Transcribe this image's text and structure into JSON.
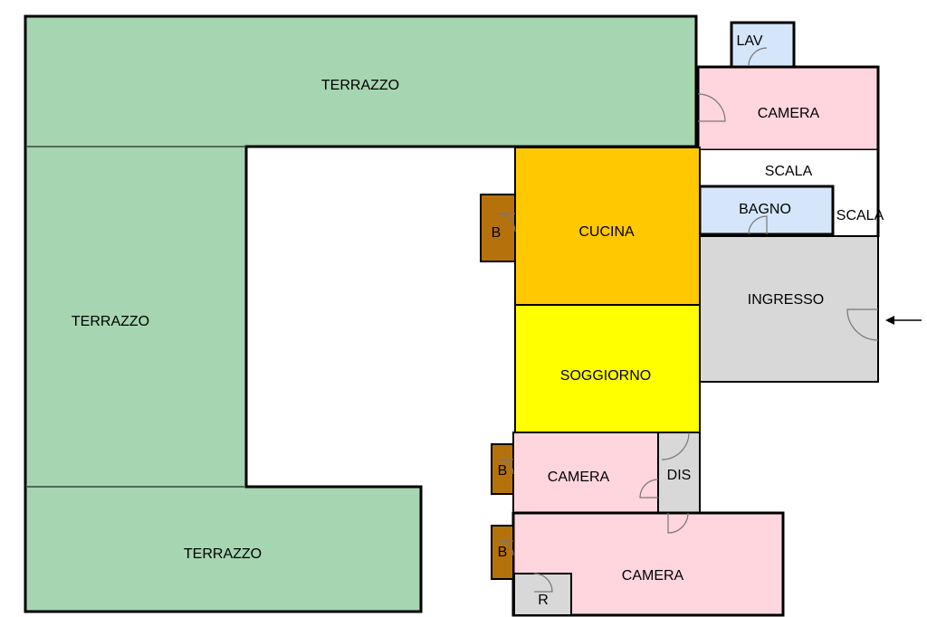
{
  "colors": {
    "terrace": "#a6d5b1",
    "bedroom": "#ffd5de",
    "bath": "#d5e6fb",
    "kitchen": "#ffc800",
    "living": "#ffff00",
    "hall": "#d8d8d8",
    "storage": "#b5720c",
    "wall": "#000000",
    "door": "#777777"
  },
  "rooms": {
    "terrazzo_top": "TERRAZZO",
    "terrazzo_left": "TERRAZZO",
    "terrazzo_bottom": "TERRAZZO",
    "lav": "LAV",
    "camera_top": "CAMERA",
    "scala_top": "SCALA",
    "bagno": "BAGNO",
    "scala_side": "SCALA",
    "cucina": "CUCINA",
    "ingresso": "INGRESSO",
    "soggiorno": "SOGGIORNO",
    "camera_mid": "CAMERA",
    "dis": "DIS",
    "camera_bottom": "CAMERA",
    "r": "R",
    "b_kitchen": "B",
    "b_camera_mid": "B",
    "b_camera_bottom": "B"
  },
  "icons": {
    "entrance": "arrow-left-icon"
  }
}
